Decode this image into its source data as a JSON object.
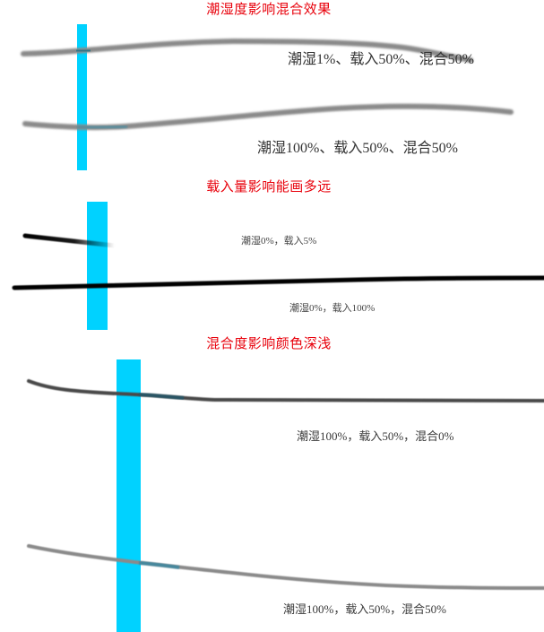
{
  "sections": [
    {
      "title": "潮湿度影响混合效果",
      "labels": [
        "潮湿1%、载入50%、混合50%",
        "潮湿100%、载入50%、混合50%"
      ]
    },
    {
      "title": "载入量影响能画多远",
      "labels": [
        "潮湿0%，载入5%",
        "潮湿0%，载入100%"
      ]
    },
    {
      "title": "混合度影响颜色深浅",
      "labels": [
        "潮湿100%，载入50%，混合0%",
        "潮湿100%，载入50%，混合50%"
      ]
    }
  ],
  "colors": {
    "title": "#e8000b",
    "cyan_bar": "#00d2ff",
    "gray_stroke": "#8a8a8a",
    "black_stroke": "#000000",
    "dark_stroke": "#4a4a4a"
  }
}
